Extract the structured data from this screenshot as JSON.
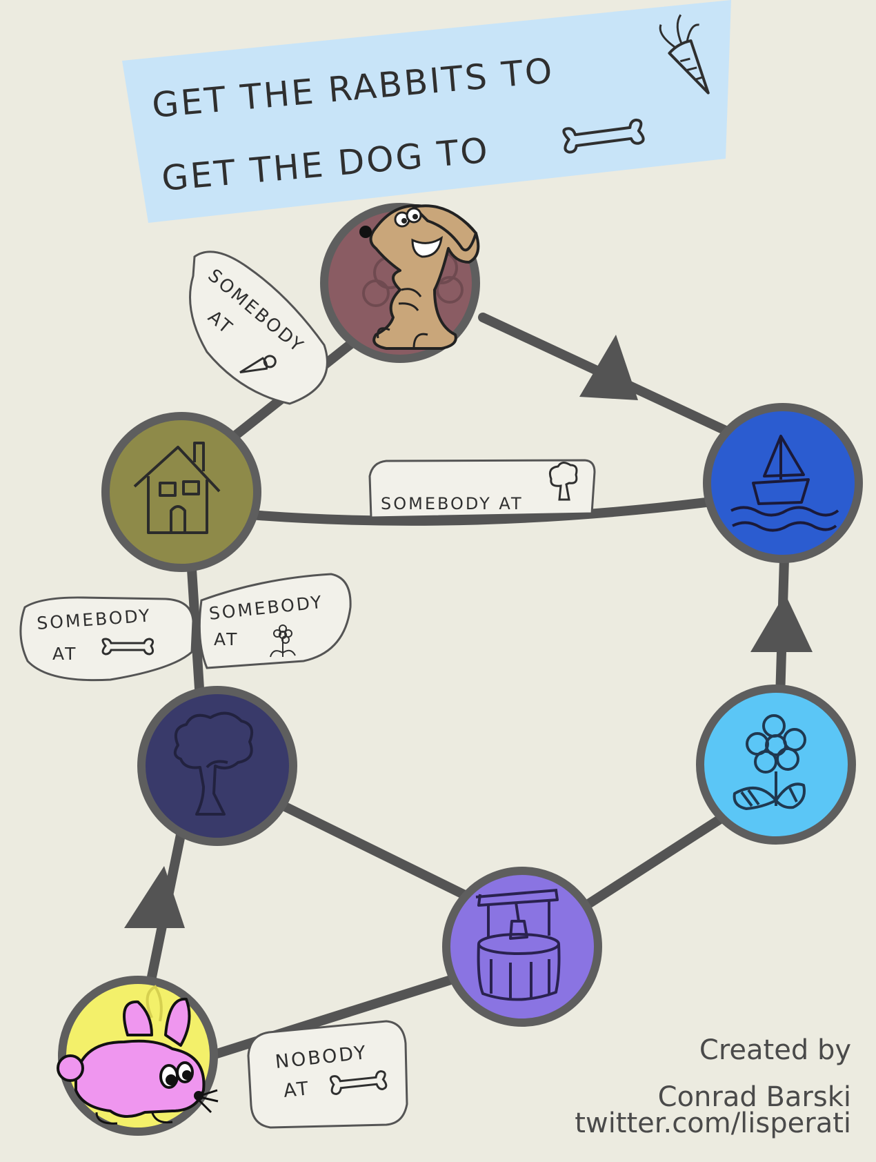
{
  "title_banner": {
    "line1": "GET THE RABBITS TO",
    "line2": "GET THE DOG TO",
    "line1_goal_icon": "carrot-icon",
    "line2_goal_icon": "bone-icon",
    "color": "#c8e4f8"
  },
  "nodes": [
    {
      "id": "dog-node",
      "icon": "dog-icon",
      "color": "#8a5c63"
    },
    {
      "id": "house-node",
      "icon": "house-icon",
      "color": "#8e8a49"
    },
    {
      "id": "boat-node",
      "icon": "boat-icon",
      "color": "#2b5cd0"
    },
    {
      "id": "tree-node",
      "icon": "tree-icon",
      "color": "#393a6a"
    },
    {
      "id": "flower-node",
      "icon": "flower-icon",
      "color": "#5bc6f6"
    },
    {
      "id": "well-node",
      "icon": "well-icon",
      "color": "#8a74e2"
    },
    {
      "id": "rabbit-node",
      "icon": "rabbit-icon",
      "color": "#f3f06a"
    }
  ],
  "conditions": {
    "dog_house": {
      "line1": "SOMEBODY",
      "line2": "AT",
      "icon": "carrot-icon"
    },
    "house_boat": {
      "line1": "SOMEBODY AT",
      "icon": "tree-icon"
    },
    "house_tree_left": {
      "line1": "SOMEBODY",
      "line2": "AT",
      "icon": "bone-icon"
    },
    "house_tree_right": {
      "line1": "SOMEBODY",
      "line2": "AT",
      "icon": "flower-icon"
    },
    "rabbit_well": {
      "line1": "NOBODY",
      "line2": "AT",
      "icon": "bone-icon"
    }
  },
  "credits": {
    "line1": "Created by",
    "line2": "Conrad Barski",
    "line3": "twitter.com/lisperati"
  },
  "colors": {
    "background": "#ecebe0",
    "path": "#545454",
    "node_ring": "#5e5e5e",
    "label_fill": "#f2f1ea",
    "bunny": "#ef96ef",
    "dog": "#c9a67a"
  }
}
